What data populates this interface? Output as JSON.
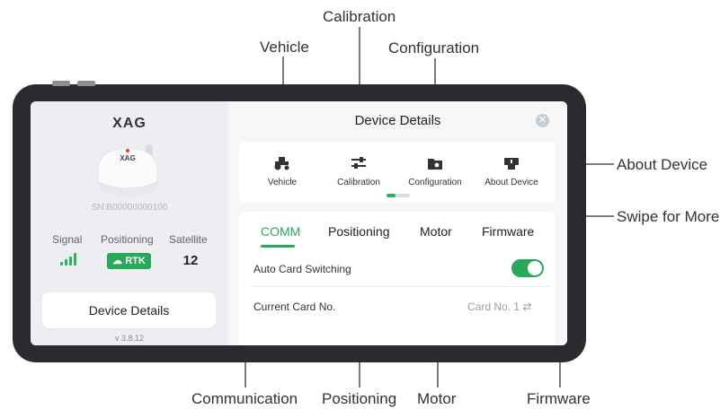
{
  "callouts": {
    "calibration": "Calibration",
    "vehicle": "Vehicle",
    "configuration": "Configuration",
    "about_device": "About Device",
    "swipe_for_more": "Swipe for More",
    "communication": "Communication",
    "positioning": "Positioning",
    "motor": "Motor",
    "firmware": "Firmware"
  },
  "left_panel": {
    "logo": "XAG",
    "device_logo": "XAG",
    "serial": "SN:B00000000100",
    "stats": {
      "signal_label": "Signal",
      "positioning_label": "Positioning",
      "satellite_label": "Satellite",
      "positioning_value": "RTK",
      "satellite_value": "12"
    },
    "device_details_button": "Device Details",
    "version": "v 3.8.12"
  },
  "right_panel": {
    "title": "Device Details",
    "close_icon": "close-icon",
    "icons": [
      {
        "label": "Vehicle",
        "icon": "tractor-icon"
      },
      {
        "label": "Calibration",
        "icon": "sliders-icon"
      },
      {
        "label": "Configuration",
        "icon": "folder-gear-icon"
      },
      {
        "label": "About Device",
        "icon": "device-info-icon"
      }
    ],
    "tabs": [
      "COMM",
      "Positioning",
      "Motor",
      "Firmware"
    ],
    "active_tab": "COMM",
    "rows": {
      "auto_card_label": "Auto Card Switching",
      "auto_card_on": true,
      "current_card_label": "Current Card No.",
      "current_card_value": "Card No. 1 ⇄"
    }
  },
  "colors": {
    "accent": "#27a85a",
    "tablet_frame": "#2a2b2e"
  }
}
